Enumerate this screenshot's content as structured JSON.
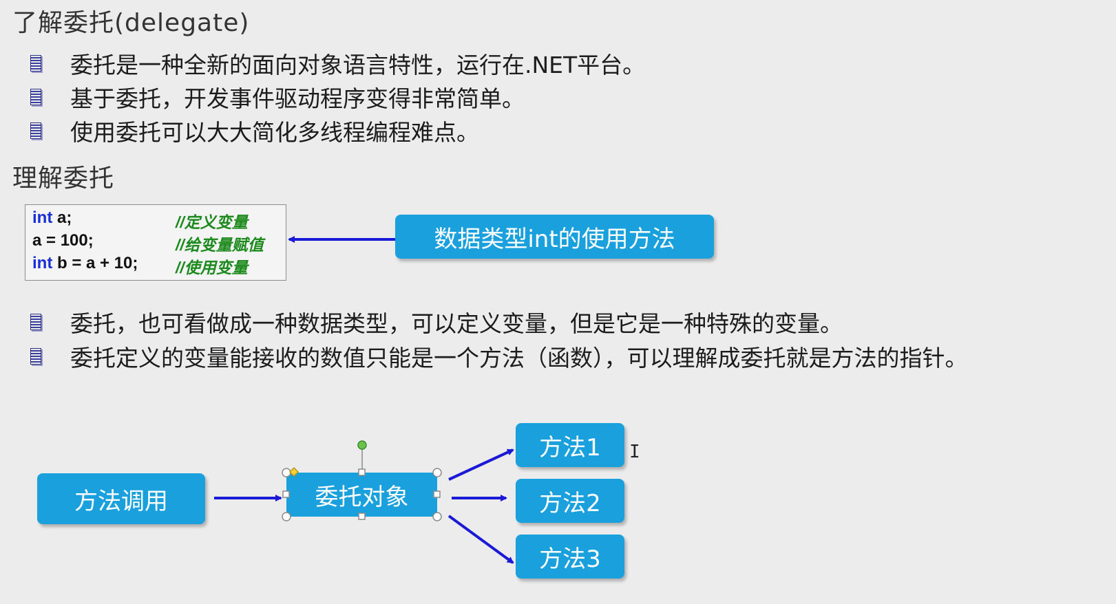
{
  "section1": {
    "title": "了解委托(delegate)",
    "bullets": [
      "委托是一种全新的面向对象语言特性，运行在.NET平台。",
      "基于委托，开发事件驱动程序变得非常简单。",
      "使用委托可以大大简化多线程编程难点。"
    ]
  },
  "section2": {
    "title": "理解委托",
    "code": {
      "lines": [
        {
          "kw": "int",
          "rest": " a;",
          "comment": "//定义变量"
        },
        {
          "kw": "",
          "rest": "a = 100;",
          "comment": "//给变量赋值"
        },
        {
          "kw": "int",
          "rest": " b = a + 10;",
          "comment": "//使用变量"
        }
      ]
    },
    "callout": "数据类型int的使用方法",
    "bullets": [
      "委托，也可看做成一种数据类型，可以定义变量，但是它是一种特殊的变量。",
      "委托定义的变量能接收的数值只能是一个方法（函数），可以理解成委托就是方法的指针。"
    ]
  },
  "diagram": {
    "caller": "方法调用",
    "delegate_obj": "委托对象",
    "methods": [
      "方法1",
      "方法2",
      "方法3"
    ]
  },
  "colors": {
    "pill": "#1aa0dd",
    "arrow": "#1a1ad6",
    "keyword": "#1a2fd6",
    "comment": "#1d8a1d"
  },
  "icons": {
    "bullet": "list-bullet-icon",
    "cursor": "text-cursor-icon"
  }
}
